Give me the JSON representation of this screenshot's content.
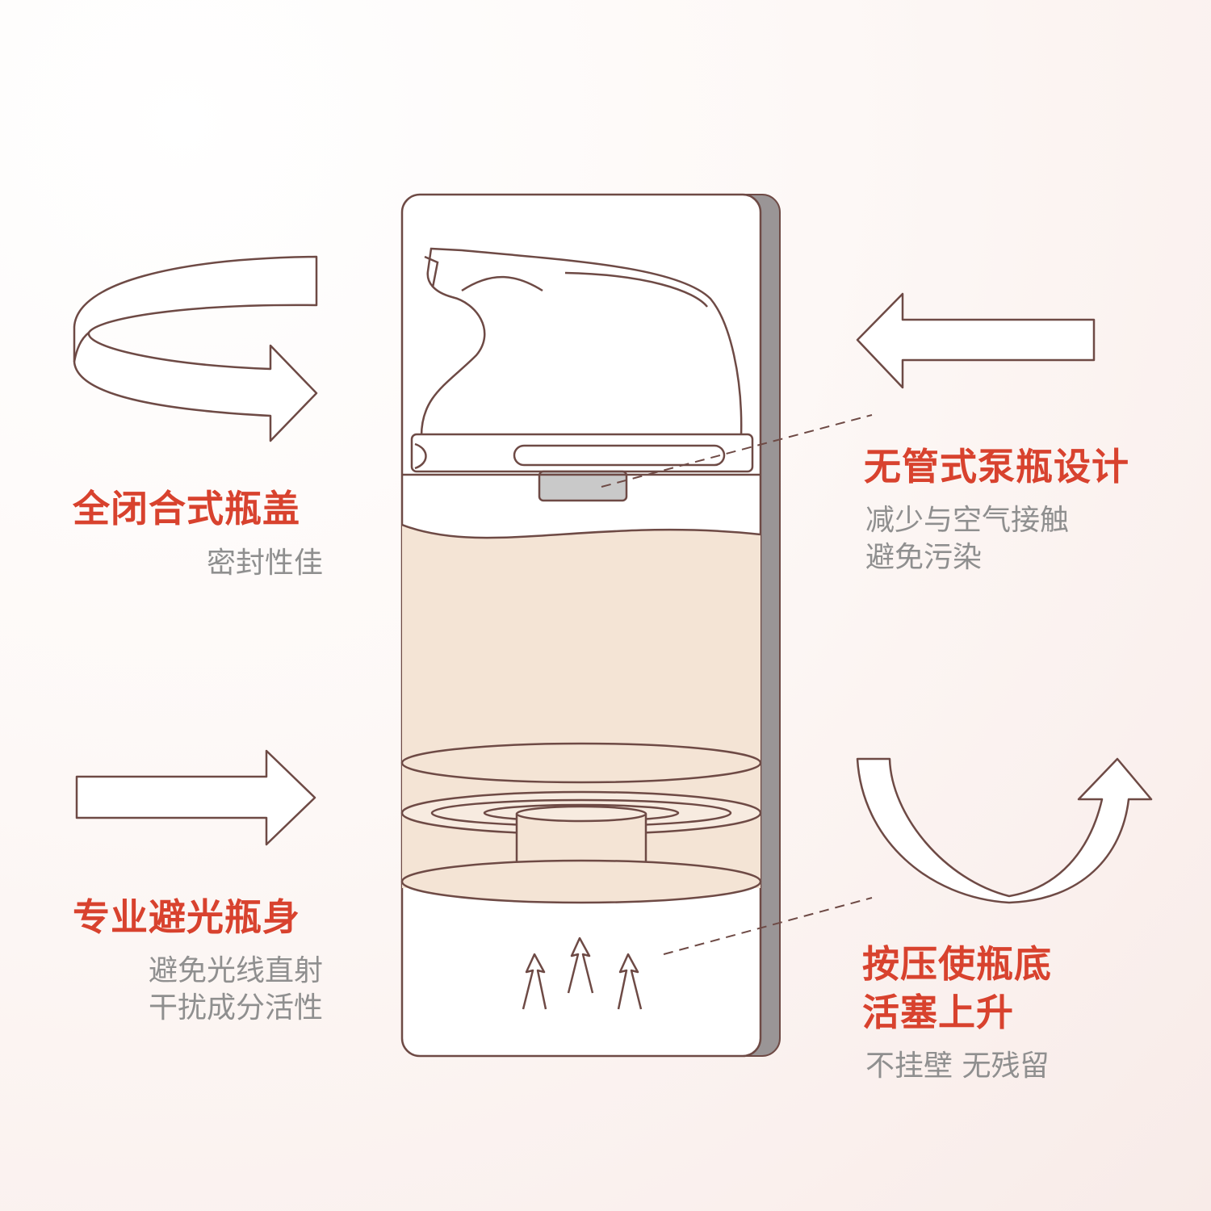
{
  "colors": {
    "accent": "#d8422e",
    "description_text": "#8f8f8f",
    "outline": "#6e4a45",
    "liquid": "#f4e4d5",
    "sensor_grey": "#c9c9c9",
    "shadow": "#9a9596"
  },
  "features": {
    "cap": {
      "title": "全闭合式瓶盖",
      "desc": [
        "密封性佳"
      ]
    },
    "pump": {
      "title": "无管式泵瓶设计",
      "desc": [
        "减少与空气接触",
        "避免污染"
      ]
    },
    "body": {
      "title": "专业避光瓶身",
      "desc": [
        "避免光线直射",
        "干扰成分活性"
      ]
    },
    "piston": {
      "title": [
        "按压使瓶底",
        "活塞上升"
      ],
      "desc": [
        "不挂壁 无残留"
      ]
    }
  },
  "icons": {
    "cap": "rotate-arrow-icon",
    "pump": "left-arrow-icon",
    "body": "right-arrow-icon",
    "piston": "u-turn-arrow-icon",
    "rise": "upward-arrows-icon"
  }
}
